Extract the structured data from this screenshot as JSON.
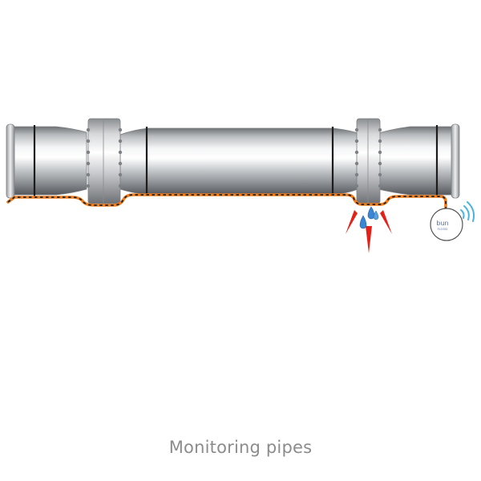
{
  "caption": "Monitoring pipes",
  "sensor": {
    "logo_text": "bun",
    "logo_subtext": "FLOOD"
  },
  "colors": {
    "cable_orange": "#f07d1c",
    "cable_dark": "#222222",
    "leak_arrow": "#e32119",
    "water_drop": "#3b86d4",
    "wifi_signal": "#4ab3e0",
    "caption_text": "#8c8c8c"
  }
}
